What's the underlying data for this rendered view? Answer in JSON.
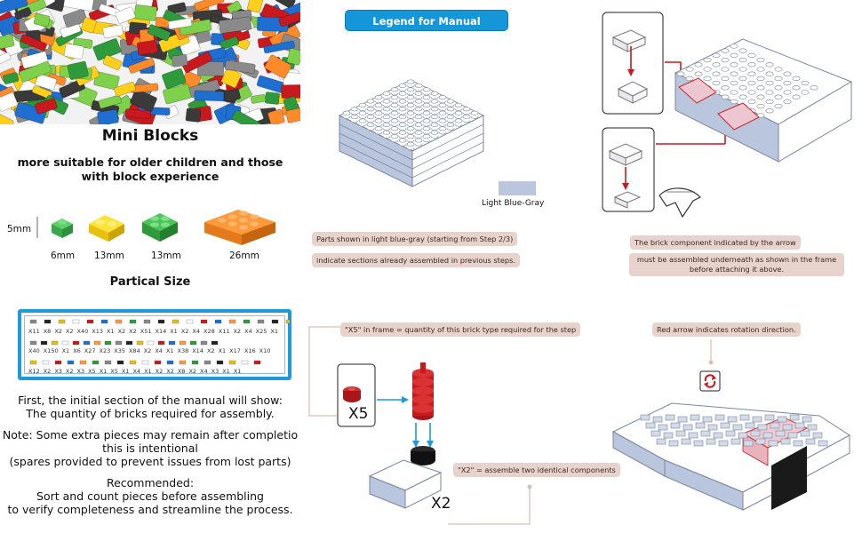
{
  "left": {
    "title": "Mini Blocks",
    "subtitle_line1": "more suitable for older children and those",
    "subtitle_line2": "with block experience",
    "height_label": "5mm",
    "sizes": [
      "6mm",
      "13mm",
      "13mm",
      "26mm"
    ],
    "size_title": "Partical Size",
    "parts_rows": [
      [
        "X11",
        "X8",
        "X2",
        "X2",
        "X40",
        "X13",
        "X1",
        "X2",
        "X2",
        "X51",
        "X14",
        "X1",
        "X2",
        "X4",
        "X28",
        "X11",
        "X2",
        "X4",
        "X25",
        "X1"
      ],
      [
        "X40",
        "X150",
        "X1",
        "X6",
        "X27",
        "X23",
        "X35",
        "X84",
        "X2",
        "X4",
        "X1",
        "X38",
        "X14",
        "X2",
        "X1",
        "X17",
        "X16",
        "X10"
      ],
      [
        "X12",
        "X2",
        "X3",
        "X2",
        "X3",
        "X5",
        "X1",
        "X5",
        "X1",
        "X4",
        "X1",
        "X2",
        "X2",
        "X8",
        "X2",
        "X4",
        "X3",
        "X1",
        "X1"
      ]
    ],
    "para1_line1": "First, the initial section of the manual will show:",
    "para1_line2": "The quantity of bricks required for assembly.",
    "para2_line1": "Note: Some extra pieces may remain after completio",
    "para2_line2": "this is intentional",
    "para2_line3": "(spares provided to prevent issues from lost parts)",
    "para3_line1": "Recommended:",
    "para3_line2": "Sort and count pieces before assembling",
    "para3_line3": "to verify completeness and streamline the process."
  },
  "legend": {
    "title": "Legend for Manual Annotations",
    "swatch_label": "Light Blue-Gray",
    "note1": "Parts shown in light blue-gray (starting from Step 2/3)",
    "note2": "indicate sections already assembled in previous steps.",
    "note3": "\"X5\" in frame = quantity of this brick type required for the step",
    "note4": "\"X2\" = assemble two identical components",
    "qty_x5": "X5",
    "qty_x2": "X2"
  },
  "right": {
    "note1": "The brick component indicated by the arrow",
    "note2": "must be assembled underneath as shown in the frame before attaching it above.",
    "note3": "Red arrow indicates rotation direction."
  },
  "colors": {
    "accent_blue": "#1596d8",
    "light_blue_gray": "#b9c6de",
    "note_bg": "#e7d3cb",
    "red_brick": "#c8191e"
  }
}
